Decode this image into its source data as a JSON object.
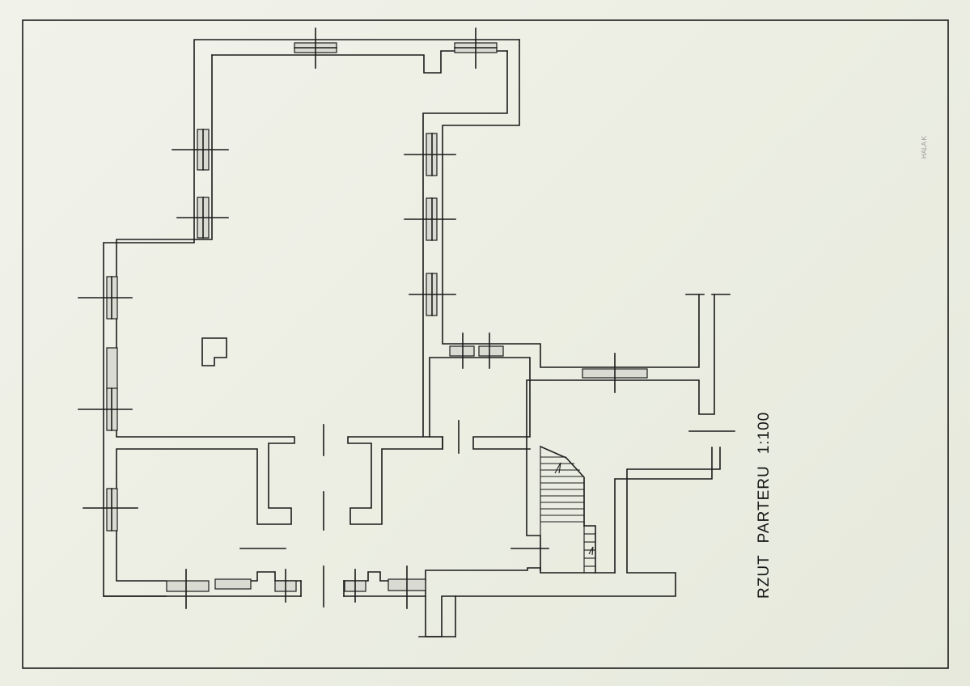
{
  "drawing": {
    "title_word1": "RZUT",
    "title_word2": "PARTERU",
    "scale": "1:100",
    "pencil_note": "HALA K"
  },
  "colors": {
    "paper": "#eef0e6",
    "ink": "#1b1b1b",
    "window_fill": "#d9dbd2"
  }
}
